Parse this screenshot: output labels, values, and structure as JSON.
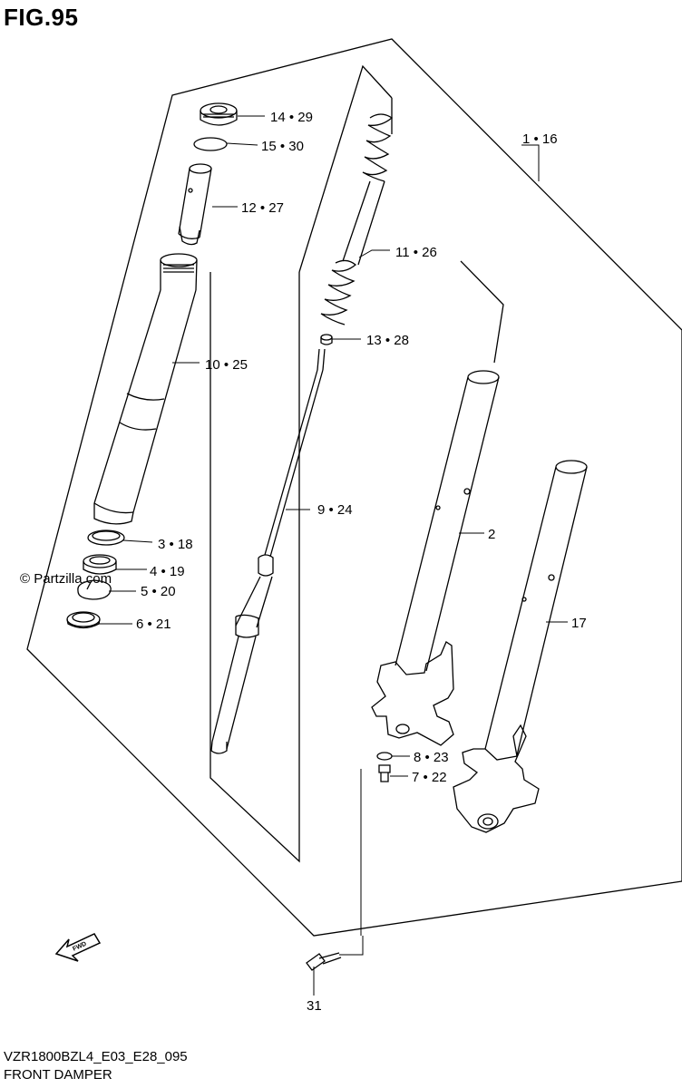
{
  "figure": {
    "title": "FIG.95"
  },
  "watermark": "© Partzilla.com",
  "footer": {
    "model_code": "VZR1800BZL4_E03_E28_095",
    "caption": "FRONT DAMPER",
    "fine_print": ""
  },
  "direction_badge": "FWD",
  "callouts": [
    {
      "id": "c14",
      "text": "14 • 29"
    },
    {
      "id": "c15",
      "text": "15 • 30"
    },
    {
      "id": "c12",
      "text": "12 • 27"
    },
    {
      "id": "c10",
      "text": "10 • 25"
    },
    {
      "id": "c3",
      "text": "3 • 18"
    },
    {
      "id": "c4",
      "text": "4 • 19"
    },
    {
      "id": "c5",
      "text": "5 • 20"
    },
    {
      "id": "c6",
      "text": "6 • 21"
    },
    {
      "id": "c11",
      "text": "11 • 26"
    },
    {
      "id": "c13",
      "text": "13 • 28"
    },
    {
      "id": "c9",
      "text": "9 • 24"
    },
    {
      "id": "c1",
      "text": "1 • 16"
    },
    {
      "id": "c2",
      "text": "2"
    },
    {
      "id": "c17",
      "text": "17"
    },
    {
      "id": "c8",
      "text": "8 • 23"
    },
    {
      "id": "c7",
      "text": "7 • 22"
    },
    {
      "id": "c31",
      "text": "31"
    }
  ]
}
